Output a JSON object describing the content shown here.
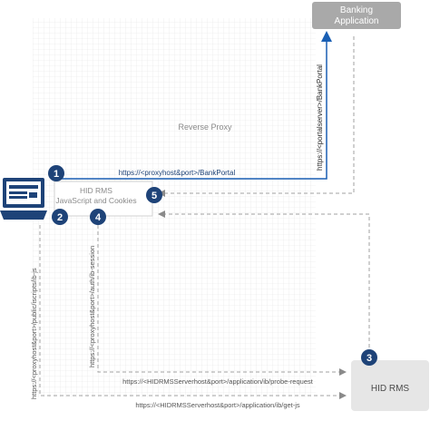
{
  "colors": {
    "dark_blue": "#1e4378",
    "bright_blue": "#1a5fb4",
    "box_gray": "#a9a9a9",
    "light_gray": "#e6e6e6",
    "dash_gray": "#a0a0a0"
  },
  "nodes": {
    "banking_app": {
      "line1": "Banking",
      "line2": "Application"
    },
    "reverse_proxy": {
      "label": "Reverse Proxy"
    },
    "hid_js": {
      "line1": "HID RMS",
      "line2": "JavaScript and Cookies"
    },
    "hid_rms": {
      "label": "HID RMS"
    },
    "client": {
      "icon": "laptop-icon"
    }
  },
  "steps": [
    "1",
    "2",
    "3",
    "4",
    "5"
  ],
  "connections": {
    "bank_portal_proxy": "https://<proxyhost&port>/BankPortal",
    "bank_portal_server": "https://<portalserver>/BankPortal",
    "public_scripts": "https://<proxyhost&port>/public/iscripts/ib-js",
    "auth_session": "https://<proxyhost&port>/auth/ib-session",
    "probe_request": "https://<HIDRMSServerhost&port>/application/ib/probe-request",
    "get_js": "https://<HIDRMSServerhost&port>/application/ib/get-js"
  }
}
